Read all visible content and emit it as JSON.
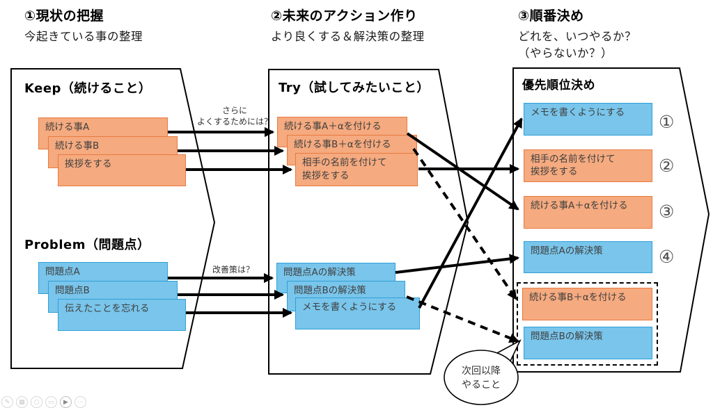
{
  "headers": [
    {
      "num_title": "①現状の把握",
      "subtitle": "今起きている事の整理"
    },
    {
      "num_title": "②未来のアクション作り",
      "subtitle": "より良くする＆解決策の整理"
    },
    {
      "num_title": "③順番決め",
      "subtitle": "どれを、いつやるか？",
      "subtitle2": "（やらないか？）"
    }
  ],
  "keep": {
    "title": "Keep（続けること）",
    "items": [
      "続ける事A",
      "続ける事B",
      "挨拶をする"
    ]
  },
  "problem": {
    "title": "Problem（問題点）",
    "items": [
      "問題点A",
      "問題点B",
      "伝えたことを忘れる"
    ]
  },
  "try": {
    "title": "Try（試してみたいこと）",
    "keep_actions": [
      {
        "text": "続ける事A＋αを付ける"
      },
      {
        "text": "続ける事B＋αを付ける"
      },
      {
        "line1": "相手の名前を付けて",
        "line2": "挨拶をする"
      }
    ],
    "problem_actions": [
      {
        "text": "問題点Aの解決策"
      },
      {
        "text": "問題点Bの解決策"
      },
      {
        "text": "メモを書くようにする"
      }
    ]
  },
  "priority": {
    "title": "優先順位決め",
    "items": [
      {
        "text": "メモを書くようにする",
        "rank": "①",
        "type": "blue"
      },
      {
        "line1": "相手の名前を付けて",
        "line2": "挨拶をする",
        "rank": "②",
        "type": "orange"
      },
      {
        "text": "続ける事A＋αを付ける",
        "rank": "③",
        "type": "orange"
      },
      {
        "text": "問題点Aの解決策",
        "rank": "④",
        "type": "blue"
      }
    ],
    "deferred": [
      {
        "text": "続ける事B＋αを付ける",
        "type": "orange"
      },
      {
        "text": "問題点Bの解決策",
        "type": "blue"
      }
    ]
  },
  "labels": {
    "keep_prompt_line1": "さらに",
    "keep_prompt_line2": "よくするためには？",
    "problem_prompt": "改善策は？"
  },
  "bubble": {
    "line1": "次回以降",
    "line2": "やること"
  },
  "colors": {
    "keep_fill": "#F5AA7F",
    "keep_border": "#E9793F",
    "problem_fill": "#79C5EB",
    "problem_border": "#2FA0D8",
    "arrow": "#000000",
    "panel_outline": "#000000"
  },
  "footer_icons": [
    {
      "name": "edit-icon",
      "glyph": "✎"
    },
    {
      "name": "image-icon",
      "glyph": "▦"
    },
    {
      "name": "search-icon",
      "glyph": "○"
    },
    {
      "name": "window-icon",
      "glyph": "▭"
    },
    {
      "name": "video-icon",
      "glyph": "▶"
    },
    {
      "name": "more-icon",
      "glyph": "⋯"
    }
  ]
}
